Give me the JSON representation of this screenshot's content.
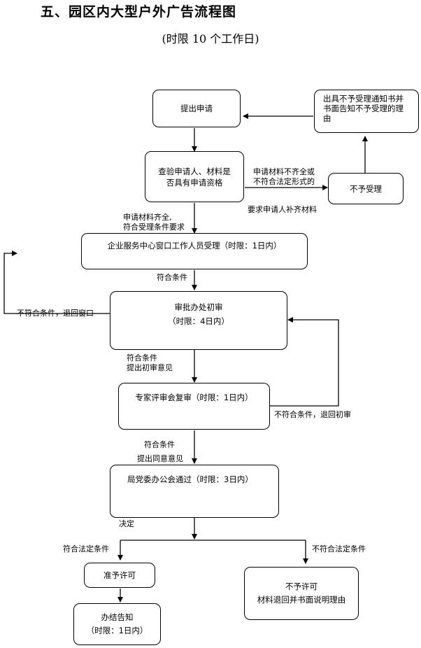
{
  "header": {
    "title": "五、园区内大型户外广告流程图",
    "subtitle": "(时限 10 个工作日)"
  },
  "boxes": {
    "apply": "提出申请",
    "not_accept_notice": "出具不予受理通知书并书面告知不予受理的理由",
    "check_line1": "查验申请人、材料是",
    "check_line2": "否具有申请资格",
    "not_accept": "不予受理",
    "window_accept": "企业服务中心窗口工作人员受理（时限：1日内）",
    "review_line1": "审批办处初审",
    "review_line2": "（时限：4日内）",
    "expert": "专家评审会复审（时限：1日内）",
    "bureau": "局党委办公会通过（时限：3日内）",
    "permit": "准予许可",
    "deny_line1": "不予许可",
    "deny_line2": "材料退回并书面说明理由",
    "conclude_line1": "办结告知",
    "conclude_line2": "（时限：1日内）"
  },
  "labels": {
    "incomplete_line1": "申请材料不齐全或",
    "incomplete_line2": "不符合法定形式的",
    "supplement": "要求申请人补齐材料",
    "complete_line1": "申请材料齐全,",
    "complete_line2": "符合受理条件要求",
    "meets1": "符合条件",
    "not_meets_back_window": "不符合条件，退回窗口",
    "meets2_line1": "符合条件",
    "meets2_line2": "提出初审意见",
    "not_meets_back_review": "不符合条件，退回初审",
    "meets3_line1": "符合条件",
    "meets3_line2": "提出同意意见",
    "decision": "决定",
    "legal_yes": "符合法定条件",
    "legal_no": "不符合法定条件"
  }
}
